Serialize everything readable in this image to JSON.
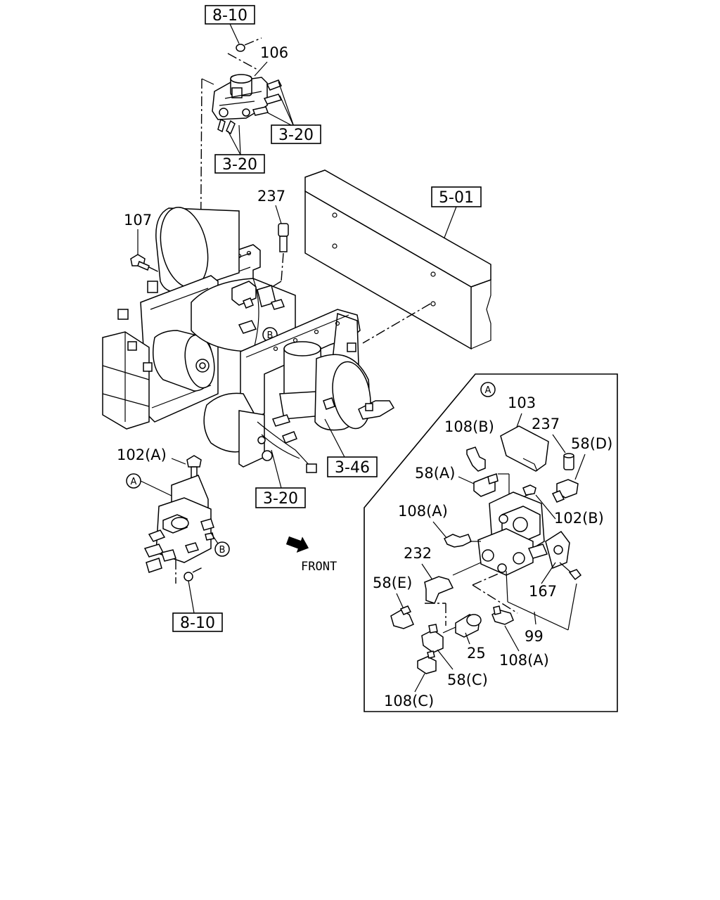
{
  "diagram": {
    "ref_boxes": [
      {
        "id": "ref-8-10-top",
        "text": "8-10"
      },
      {
        "id": "ref-3-20-a",
        "text": "3-20"
      },
      {
        "id": "ref-3-20-b",
        "text": "3-20"
      },
      {
        "id": "ref-5-01",
        "text": "5-01"
      },
      {
        "id": "ref-3-46",
        "text": "3-46"
      },
      {
        "id": "ref-3-20-c",
        "text": "3-20"
      },
      {
        "id": "ref-8-10-bottom",
        "text": "8-10"
      }
    ],
    "part_labels": {
      "p106": "106",
      "p237_main": "237",
      "p107": "107",
      "p102a": "102(A)",
      "p103": "103",
      "p108b": "108(B)",
      "p237_detail": "237",
      "p58d": "58(D)",
      "p58a": "58(A)",
      "p108a_1": "108(A)",
      "p102b": "102(B)",
      "p232": "232",
      "p58e": "58(E)",
      "p167": "167",
      "p99": "99",
      "p25": "25",
      "p108a_2": "108(A)",
      "p58c": "58(C)",
      "p108c": "108(C)"
    },
    "circle_markers": {
      "a_detail": "A",
      "a_left": "A",
      "b_frame": "B",
      "b_left": "B"
    },
    "front_label": "FRONT"
  }
}
